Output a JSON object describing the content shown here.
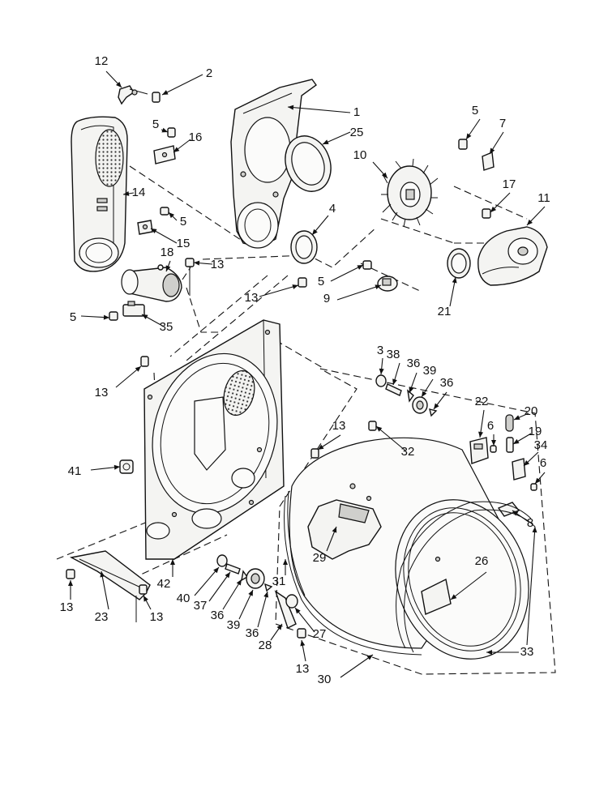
{
  "callouts": [
    {
      "id": "c12a",
      "label": "12"
    },
    {
      "id": "c2",
      "label": "2"
    },
    {
      "id": "c1",
      "label": "1"
    },
    {
      "id": "c25",
      "label": "25"
    },
    {
      "id": "c5a",
      "label": "5"
    },
    {
      "id": "c16",
      "label": "16"
    },
    {
      "id": "c14",
      "label": "14"
    },
    {
      "id": "c5b",
      "label": "5"
    },
    {
      "id": "c15",
      "label": "15"
    },
    {
      "id": "c18",
      "label": "18"
    },
    {
      "id": "c13a",
      "label": "13"
    },
    {
      "id": "c13b",
      "label": "13"
    },
    {
      "id": "c5c",
      "label": "5"
    },
    {
      "id": "c35",
      "label": "35"
    },
    {
      "id": "c4",
      "label": "4"
    },
    {
      "id": "c10",
      "label": "10"
    },
    {
      "id": "c5d",
      "label": "5"
    },
    {
      "id": "c7",
      "label": "7"
    },
    {
      "id": "c17",
      "label": "17"
    },
    {
      "id": "c11",
      "label": "11"
    },
    {
      "id": "c5e",
      "label": "5"
    },
    {
      "id": "c9",
      "label": "9"
    },
    {
      "id": "c21",
      "label": "21"
    },
    {
      "id": "c13c",
      "label": "13"
    },
    {
      "id": "c3",
      "label": "3"
    },
    {
      "id": "c38",
      "label": "38"
    },
    {
      "id": "c36a",
      "label": "36"
    },
    {
      "id": "c39a",
      "label": "39"
    },
    {
      "id": "c36b",
      "label": "36"
    },
    {
      "id": "c22",
      "label": "22"
    },
    {
      "id": "c20",
      "label": "20"
    },
    {
      "id": "c6a",
      "label": "6"
    },
    {
      "id": "c19",
      "label": "19"
    },
    {
      "id": "c34",
      "label": "34"
    },
    {
      "id": "c6b",
      "label": "6"
    },
    {
      "id": "c13d",
      "label": "13"
    },
    {
      "id": "c32",
      "label": "32"
    },
    {
      "id": "c41",
      "label": "41"
    },
    {
      "id": "c8",
      "label": "8"
    },
    {
      "id": "c29",
      "label": "29"
    },
    {
      "id": "c26",
      "label": "26"
    },
    {
      "id": "c31",
      "label": "31"
    },
    {
      "id": "c42",
      "label": "42"
    },
    {
      "id": "c40",
      "label": "40"
    },
    {
      "id": "c37",
      "label": "37"
    },
    {
      "id": "c36c",
      "label": "36"
    },
    {
      "id": "c39b",
      "label": "39"
    },
    {
      "id": "c36d",
      "label": "36"
    },
    {
      "id": "c27",
      "label": "27"
    },
    {
      "id": "c28",
      "label": "28"
    },
    {
      "id": "c13e",
      "label": "13"
    },
    {
      "id": "c23",
      "label": "23"
    },
    {
      "id": "c13f",
      "label": "13"
    },
    {
      "id": "c13g",
      "label": "13"
    },
    {
      "id": "c30",
      "label": "30"
    },
    {
      "id": "c33",
      "label": "33"
    }
  ]
}
